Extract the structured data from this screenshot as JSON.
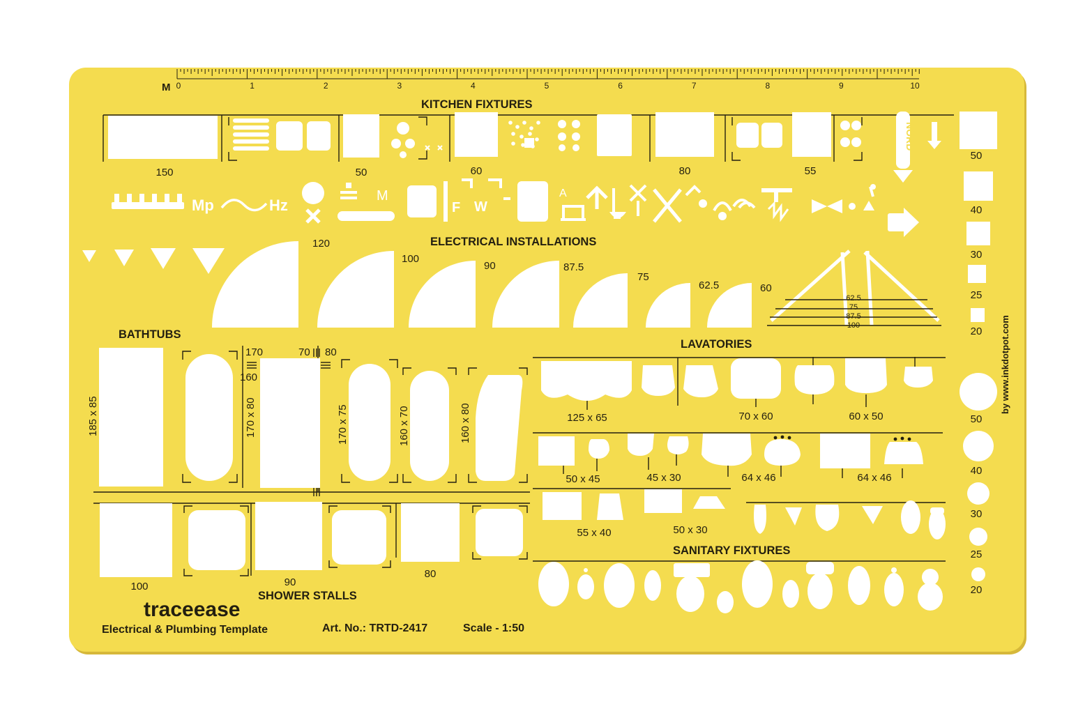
{
  "template": {
    "brand": "traceease",
    "product_name": "Electrical & Plumbing Template",
    "art_no": "Art. No.: TRTD-2417",
    "scale": "Scale - 1:50",
    "website": "by www.inkdotpot.com",
    "plate_color": "#f4dc4f",
    "cutout_color": "#ffffff",
    "ink_color": "#231f10"
  },
  "ruler": {
    "unit_label": "M",
    "numbers": [
      "0",
      "1",
      "2",
      "3",
      "4",
      "5",
      "6",
      "7",
      "8",
      "9",
      "10"
    ]
  },
  "sections": {
    "kitchen": "KITCHEN FIXTURES",
    "electrical": "ELECTRICAL INSTALLATIONS",
    "bathtubs": "BATHTUBS",
    "lavatories": "LAVATORIES",
    "sanitary": "SANITARY FIXTURES",
    "shower": "SHOWER STALLS"
  },
  "kitchen_labels": [
    "150",
    "50",
    "60",
    "80",
    "55"
  ],
  "electrical_symbols": {
    "mp": "Mp",
    "hz": "Hz",
    "m": "M",
    "f": "F",
    "w": "W",
    "a": "A",
    "nord": "NORD"
  },
  "door_swings": [
    "120",
    "100",
    "90",
    "87.5",
    "75",
    "62.5",
    "60"
  ],
  "stair_labels": [
    "62.5",
    "75",
    "87.5",
    "100"
  ],
  "right_squares": [
    "50",
    "40",
    "30",
    "25",
    "20"
  ],
  "right_circles": [
    "50",
    "40",
    "30",
    "25",
    "20"
  ],
  "bathtub_labels": {
    "tub1": "185 x 85",
    "tub2": "170 x 80",
    "tub3": "170 x 75",
    "tub4": "160 x 70",
    "tub5": "160 x 80",
    "dim_170": "170",
    "dim_160": "160",
    "dim_70": "70",
    "dim_80": "80"
  },
  "lavatory_labels": [
    "125 x 65",
    "70 x 60",
    "60 x 50",
    "50 x 45",
    "45 x 30",
    "64 x 46",
    "64 x 46",
    "55 x 40",
    "50 x 30"
  ],
  "shower_labels": [
    "100",
    "90",
    "80"
  ]
}
